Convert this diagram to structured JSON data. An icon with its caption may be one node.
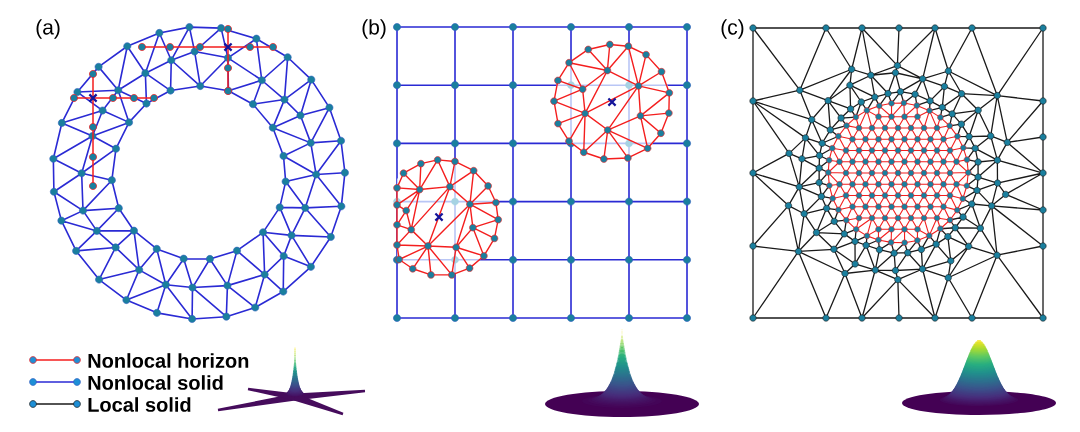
{
  "diagram": {
    "labels": [
      "(a)",
      "(b)",
      "(c)"
    ],
    "legend": [
      {
        "text": "Nonlocal horizon"
      },
      {
        "text": "Nonlocal solid"
      },
      {
        "text": "Local solid"
      }
    ]
  }
}
